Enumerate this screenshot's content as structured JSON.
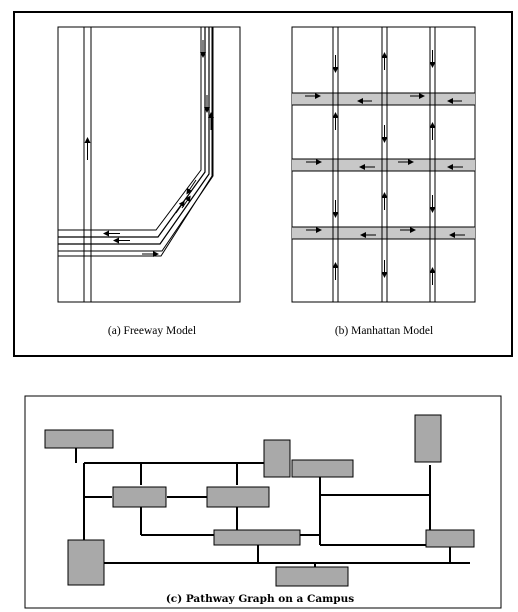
{
  "top_figure": {
    "freeway_caption": "(a) Freeway Model",
    "manhattan_caption": "(b) Manhattan Model"
  },
  "bottom_figure": {
    "campus_caption": "(c) Pathway Graph on a Campus"
  },
  "colors": {
    "building_fill": "#a9a9a9",
    "road_band": "#c8c8c8",
    "line": "#000000"
  }
}
